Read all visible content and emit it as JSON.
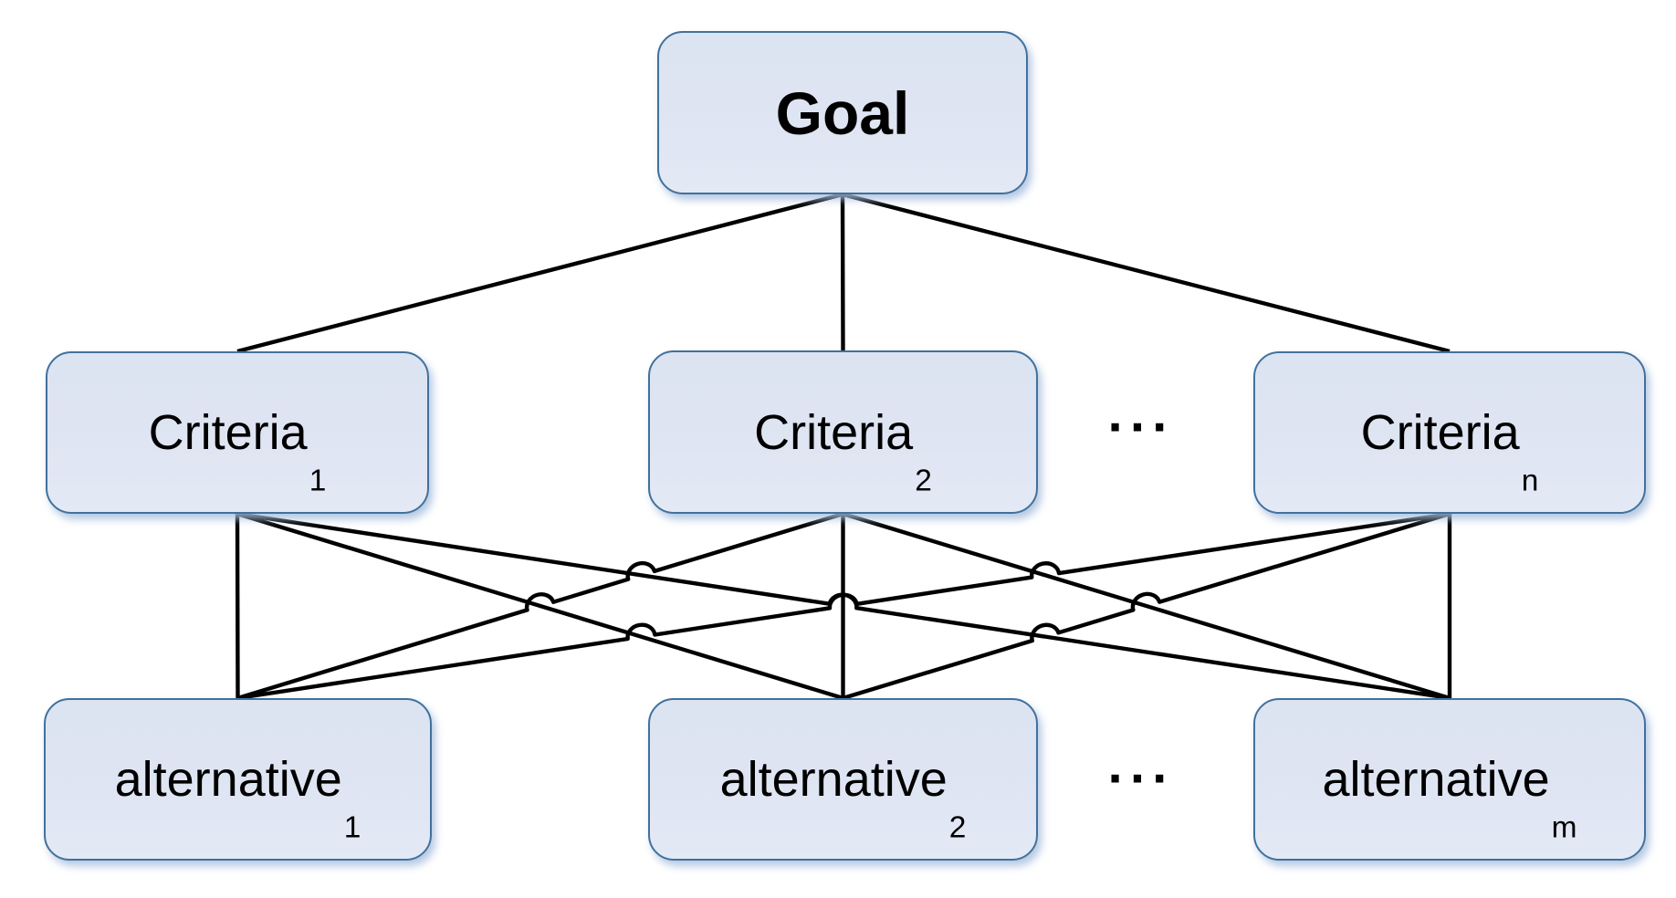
{
  "diagram": {
    "nodes": [
      {
        "id": "goal",
        "label": "Goal",
        "sub": "",
        "emphasis": "bold"
      },
      {
        "id": "criteria1",
        "label": "Criteria",
        "sub": "1",
        "emphasis": "normal"
      },
      {
        "id": "criteria2",
        "label": "Criteria",
        "sub": "2",
        "emphasis": "normal"
      },
      {
        "id": "criteriaN",
        "label": "Criteria",
        "sub": "n",
        "emphasis": "normal"
      },
      {
        "id": "alternative1",
        "label": "alternative",
        "sub": "1",
        "emphasis": "normal"
      },
      {
        "id": "alternative2",
        "label": "alternative",
        "sub": "2",
        "emphasis": "normal"
      },
      {
        "id": "alternativeM",
        "label": "alternative",
        "sub": "m",
        "emphasis": "normal"
      }
    ],
    "edges": [
      [
        "goal",
        "criteria1"
      ],
      [
        "goal",
        "criteria2"
      ],
      [
        "goal",
        "criteriaN"
      ],
      [
        "criteria1",
        "alternative1"
      ],
      [
        "criteria2",
        "alternative2"
      ],
      [
        "criteriaN",
        "alternativeM"
      ],
      [
        "criteria1",
        "alternative2"
      ],
      [
        "criteria1",
        "alternativeM"
      ],
      [
        "criteria2",
        "alternative1"
      ],
      [
        "criteria2",
        "alternativeM"
      ],
      [
        "criteriaN",
        "alternative1"
      ],
      [
        "criteriaN",
        "alternative2"
      ]
    ],
    "ellipses": [
      {
        "id": "ellipsis-criteria",
        "text": "···"
      },
      {
        "id": "ellipsis-alternatives",
        "text": "···"
      }
    ]
  },
  "colors": {
    "box_fill": "#dfe5f2",
    "box_border": "#41719c",
    "edge": "#000000",
    "text": "#000000"
  }
}
